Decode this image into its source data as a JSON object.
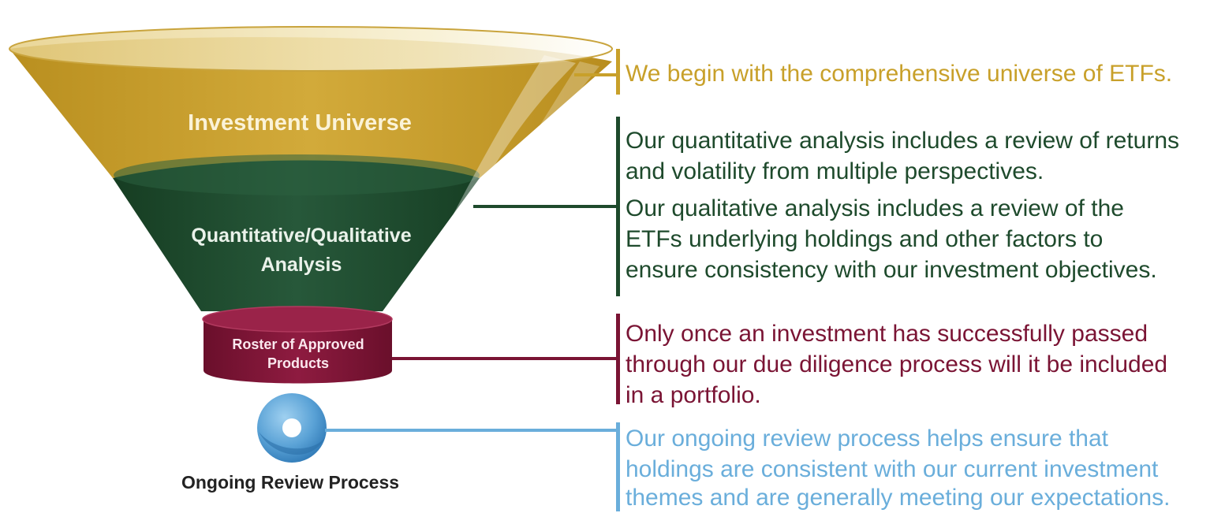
{
  "colors": {
    "gold": "#c8a02a",
    "green": "#1e4a2c",
    "maroon": "#7a1434",
    "blue": "#6aaedb"
  },
  "funnel": {
    "stage1_label": "Investment Universe",
    "stage2_label_line1": "Quantitative/Qualitative",
    "stage2_label_line2": "Analysis",
    "stage3_label_line1": "Roster of Approved",
    "stage3_label_line2": "Products",
    "review_label": "Ongoing Review Process"
  },
  "descriptions": {
    "universe": "We begin with the comprehensive universe of ETFs.",
    "quant_line1": "Our quantitative analysis includes a review of returns",
    "quant_line2": "and volatility from multiple perspectives.",
    "qual_line1": "Our qualitative analysis includes a review of the",
    "qual_line2": "ETFs underlying holdings and other factors to",
    "qual_line3": "ensure consistency with our investment objectives.",
    "roster_line1": "Only once an investment has successfully passed",
    "roster_line2": "through our due diligence process will it be included",
    "roster_line3": "in a portfolio.",
    "review_line1": "Our ongoing review process helps ensure that",
    "review_line2": "holdings are consistent with our current investment",
    "review_line3": "themes and are generally meeting our expectations."
  }
}
